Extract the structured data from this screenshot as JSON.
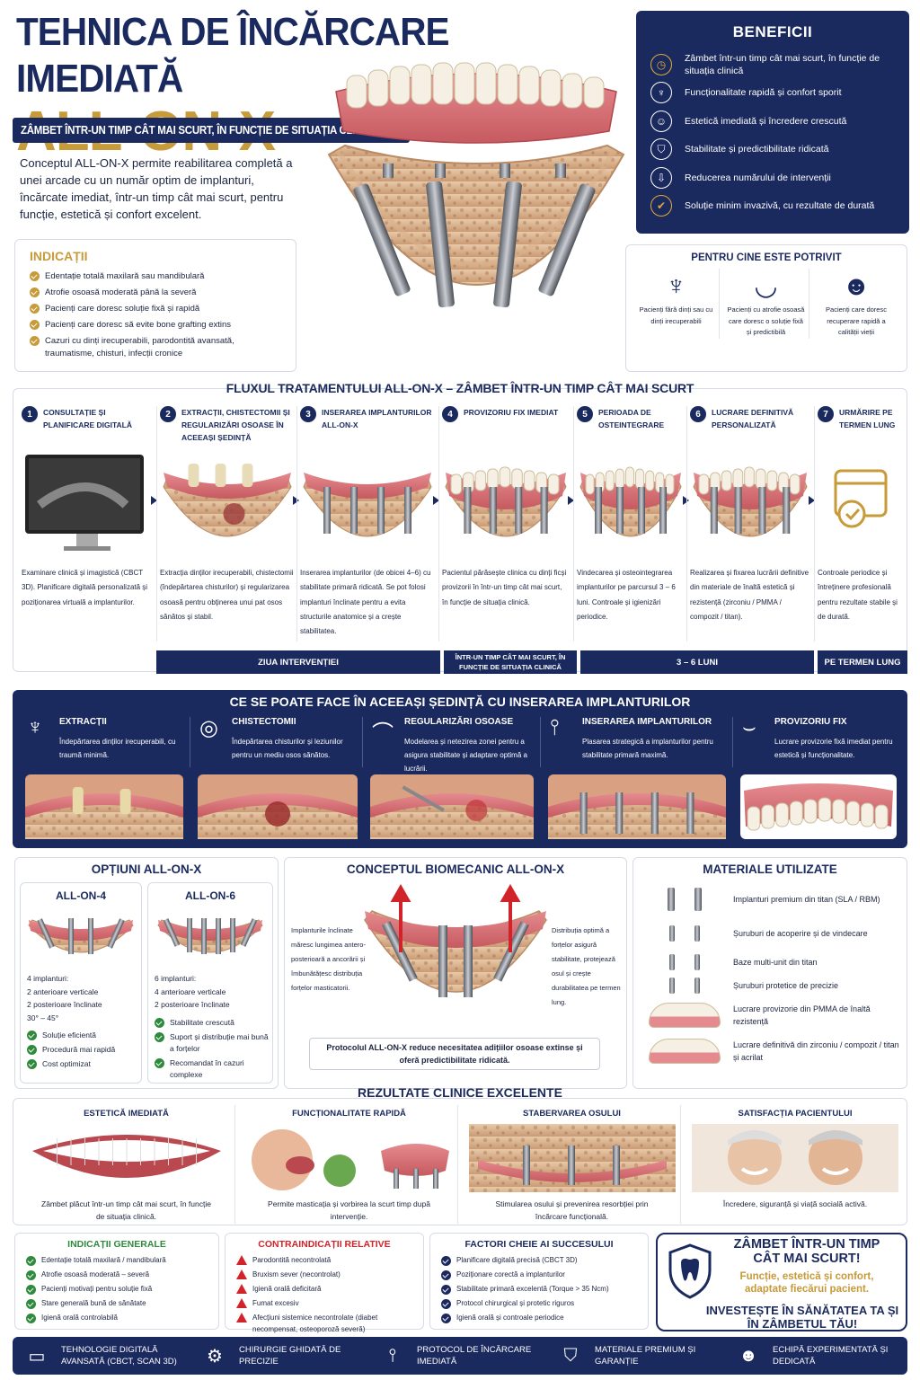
{
  "header": {
    "title_line1": "TEHNICA DE ÎNCĂRCARE IMEDIATĂ",
    "title_line2": "ALL-ON-X",
    "subtitle": "ZÂMBET ÎNTR-UN TIMP CÂT MAI SCURT, ÎN FUNCȚIE DE SITUAȚIA CLINICĂ",
    "intro": "Conceptul ALL-ON-X permite reabilitarea completă a unei arcade cu un număr optim de implanturi, încărcate imediat, într-un timp cât mai scurt, pentru funcție, estetică și confort excelent."
  },
  "benefits": {
    "title": "BENEFICII",
    "items": [
      {
        "icon": "clock-icon",
        "text": "Zâmbet într-un timp cât mai scurt, în funcție de situația clinică"
      },
      {
        "icon": "tooth-icon",
        "text": "Funcționalitate rapidă și confort sporit"
      },
      {
        "icon": "smile-icon",
        "text": "Estetică imediată și încredere crescută"
      },
      {
        "icon": "shield-check-icon",
        "text": "Stabilitate și predictibilitate ridicată"
      },
      {
        "icon": "arrow-down-icon",
        "text": "Reducerea numărului de intervenții"
      },
      {
        "icon": "check-icon",
        "text": "Soluție minim invazivă, cu rezultate de durată"
      }
    ]
  },
  "indications": {
    "title": "INDICAȚII",
    "items": [
      "Edentație totală maxilară sau mandibulară",
      "Atrofie osoasă moderată până la severă",
      "Pacienți care doresc soluție fixă și rapidă",
      "Pacienți care doresc să evite bone grafting extins",
      "Cazuri cu dinți irecuperabili, parodontită avansată, traumatisme, chisturi, infecții cronice"
    ]
  },
  "suitable": {
    "title": "PENTRU CINE ESTE POTRIVIT",
    "items": [
      {
        "icon": "tooth-outline-icon",
        "text": "Pacienți fără dinți sau cu dinți irecuperabili"
      },
      {
        "icon": "mouth-icon",
        "text": "Pacienți cu atrofie osoasă care doresc o soluție fixă și predictibilă"
      },
      {
        "icon": "people-icon",
        "text": "Pacienți care doresc recuperare rapidă a calității vieții"
      }
    ]
  },
  "flow": {
    "title": "FLUXUL TRATAMENTULUI ALL-ON-X – ZÂMBET ÎNTR-UN TIMP CÂT MAI SCURT",
    "steps": [
      {
        "num": "1",
        "title": "CONSULTAȚIE ȘI PLANIFICARE DIGITALĂ",
        "text": "Examinare clinică și imagistică (CBCT 3D). Planificare digitală personalizată și poziționarea virtuală a implanturilor."
      },
      {
        "num": "2",
        "title": "EXTRACȚII, CHISTECTOMII ȘI REGULARIZĂRI OSOASE ÎN ACEEAȘI ȘEDINȚĂ",
        "text": "Extracția dinților irecuperabili, chistectomii (îndepărtarea chisturilor) și regularizarea osoasă pentru obținerea unui pat osos sănătos și stabil."
      },
      {
        "num": "3",
        "title": "INSERAREA IMPLANTURILOR ALL-ON-X",
        "text": "Inserarea implanturilor (de obicei 4–6) cu stabilitate primară ridicată. Se pot folosi implanturi înclinate pentru a evita structurile anatomice și a crește stabilitatea."
      },
      {
        "num": "4",
        "title": "PROVIZORIU FIX IMEDIAT",
        "text": "Pacientul părăsește clinica cu dinți ficși provizorii în într-un timp cât mai scurt, în funcție de situația clinică."
      },
      {
        "num": "5",
        "title": "PERIOADA DE OSTEINTEGRARE",
        "text": "Vindecarea și osteointegrarea implanturilor pe parcursul 3 – 6 luni. Controale și igienizări periodice."
      },
      {
        "num": "6",
        "title": "LUCRARE DEFINITIVĂ PERSONALIZATĂ",
        "text": "Realizarea și fixarea lucrării definitive din materiale de înaltă estetică și rezistență (zirconiu / PMMA / compozit / titan)."
      },
      {
        "num": "7",
        "title": "URMĂRIRE PE TERMEN LUNG",
        "text": "Controale periodice și întreținere profesională pentru rezultate stabile și de durată."
      }
    ],
    "bars": [
      "ZIUA INTERVENȚIEI",
      "ÎNTR-UN TIMP CÂT MAI SCURT, ÎN FUNCȚIE DE SITUAȚIA CLINICĂ",
      "3 – 6 LUNI",
      "PE TERMEN LUNG"
    ]
  },
  "same_session": {
    "title": "CE SE POATE FACE ÎN ACEEAȘI ȘEDINȚĂ CU INSERAREA IMPLANTURILOR",
    "items": [
      {
        "icon": "tooth-icon",
        "title": "EXTRACȚII",
        "text": "Îndepărtarea dinților irecuperabili, cu traumă minimă."
      },
      {
        "icon": "cyst-icon",
        "title": "CHISTECTOMII",
        "text": "Îndepărtarea chisturilor și leziunilor pentru un mediu osos sănătos."
      },
      {
        "icon": "bone-icon",
        "title": "REGULARIZĂRI OSOASE",
        "text": "Modelarea și netezirea zonei pentru a asigura stabilitate și adaptare optimă a lucrării."
      },
      {
        "icon": "implant-icon",
        "title": "INSERAREA IMPLANTURILOR",
        "text": "Plasarea strategică a implanturilor pentru stabilitate primară maximă."
      },
      {
        "icon": "denture-icon",
        "title": "PROVIZORIU FIX",
        "text": "Lucrare provizorie fixă imediat pentru estetică și funcționalitate."
      }
    ]
  },
  "options": {
    "title": "OPȚIUNI ALL-ON-X",
    "a4": {
      "title": "ALL-ON-4",
      "desc": [
        "4 implanturi:",
        "2 anterioare verticale",
        "2 posterioare înclinate",
        "30° – 45°"
      ],
      "items": [
        "Soluție eficientă",
        "Procedură mai rapidă",
        "Cost optimizat"
      ]
    },
    "a6": {
      "title": "ALL-ON-6",
      "desc": [
        "6 implanturi:",
        "4 anterioare verticale",
        "2 posterioare înclinate"
      ],
      "items": [
        "Stabilitate crescută",
        "Suport și distribuție mai bună a forțelor",
        "Recomandat în cazuri complexe"
      ]
    }
  },
  "biomech": {
    "title": "CONCEPTUL BIOMECANIC ALL-ON-X",
    "left": "Implanturile înclinate măresc lungimea antero-posterioară a ancorării și îmbunătățesc distribuția forțelor masticatorii.",
    "right": "Distribuția optimă a forțelor asigură stabilitate, protejează osul și crește durabilitatea pe termen lung.",
    "note": "Protocolul ALL-ON-X reduce necesitatea adițiilor osoase extinse și oferă predictibilitate ridicată."
  },
  "materials": {
    "title": "MATERIALE UTILIZATE",
    "items": [
      "Implanturi premium din titan (SLA / RBM)",
      "Șuruburi de acoperire și de vindecare",
      "Baze multi-unit din titan",
      "Șuruburi protetice de precizie",
      "Lucrare provizorie din PMMA de înaltă rezistență",
      "Lucrare definitivă din zirconiu / compozit / titan și acrilat"
    ]
  },
  "results": {
    "title": "REZULTATE CLINICE EXCELENTE",
    "items": [
      {
        "title": "ESTETICĂ IMEDIATĂ",
        "text": "Zâmbet plăcut într-un timp cât mai scurt, în funcție de situația clinică."
      },
      {
        "title": "FUNCȚIONALITATE RAPIDĂ",
        "text": "Permite masticația și vorbirea la scurt timp după intervenție."
      },
      {
        "title": "STABERVAREA OSULUI",
        "text": "Stimularea osului și prevenirea resorbției prin încărcare funcțională."
      },
      {
        "title": "SATISFACȚIA PACIENTULUI",
        "text": "Încredere, siguranță și viață socială activă."
      }
    ]
  },
  "general": {
    "title": "INDICAȚII GENERALE",
    "items": [
      "Edentație totală maxilară / mandibulară",
      "Atrofie osoasă moderată – severă",
      "Pacienți motivați pentru soluție fixă",
      "Stare generală bună de sănătate",
      "Igienă orală controlabilă"
    ]
  },
  "contra": {
    "title": "CONTRAINDICAȚII RELATIVE",
    "items": [
      "Parodontită necontrolată",
      "Bruxism sever (necontrolat)",
      "Igienă orală deficitară",
      "Fumat excesiv",
      "Afecțiuni sistemice necontrolate (diabet necompensat, osteoporoză severă)"
    ]
  },
  "factors": {
    "title": "FACTORI CHEIE AI SUCCESULUI",
    "items": [
      "Planificare digitală precisă (CBCT 3D)",
      "Poziționare corectă a implanturilor",
      "Stabilitate primară excelentă (Torque > 35 Ncm)",
      "Protocol chirurgical și protetic riguros",
      "Igienă orală și controale periodice"
    ]
  },
  "promo": {
    "line1": "ZÂMBET ÎNTR-UN TIMP CÂT MAI SCURT!",
    "line2": "Funcție, estetică și confort, adaptate fiecărui pacient.",
    "line3": "INVESTEȘTE ÎN SĂNĂTATEA TA ȘI ÎN ZÂMBETUL TĂU!"
  },
  "footer": [
    {
      "icon": "monitor-icon",
      "text": "TEHNOLOGIE DIGITALĂ AVANSATĂ (CBCT, SCAN 3D)"
    },
    {
      "icon": "gear-tooth-icon",
      "text": "CHIRURGIE GHIDATĂ DE PRECIZIE"
    },
    {
      "icon": "implant-icon",
      "text": "PROTOCOL DE ÎNCĂRCARE IMEDIATĂ"
    },
    {
      "icon": "shield-tooth-icon",
      "text": "MATERIALE PREMIUM ȘI GARANȚIE"
    },
    {
      "icon": "team-icon",
      "text": "ECHIPĂ EXPERIMENTATĂ ȘI DEDICATĂ"
    }
  ],
  "colors": {
    "navy": "#1b2a5e",
    "gold": "#c79a3a",
    "red": "#d0242a",
    "green": "#2f8a3e"
  }
}
